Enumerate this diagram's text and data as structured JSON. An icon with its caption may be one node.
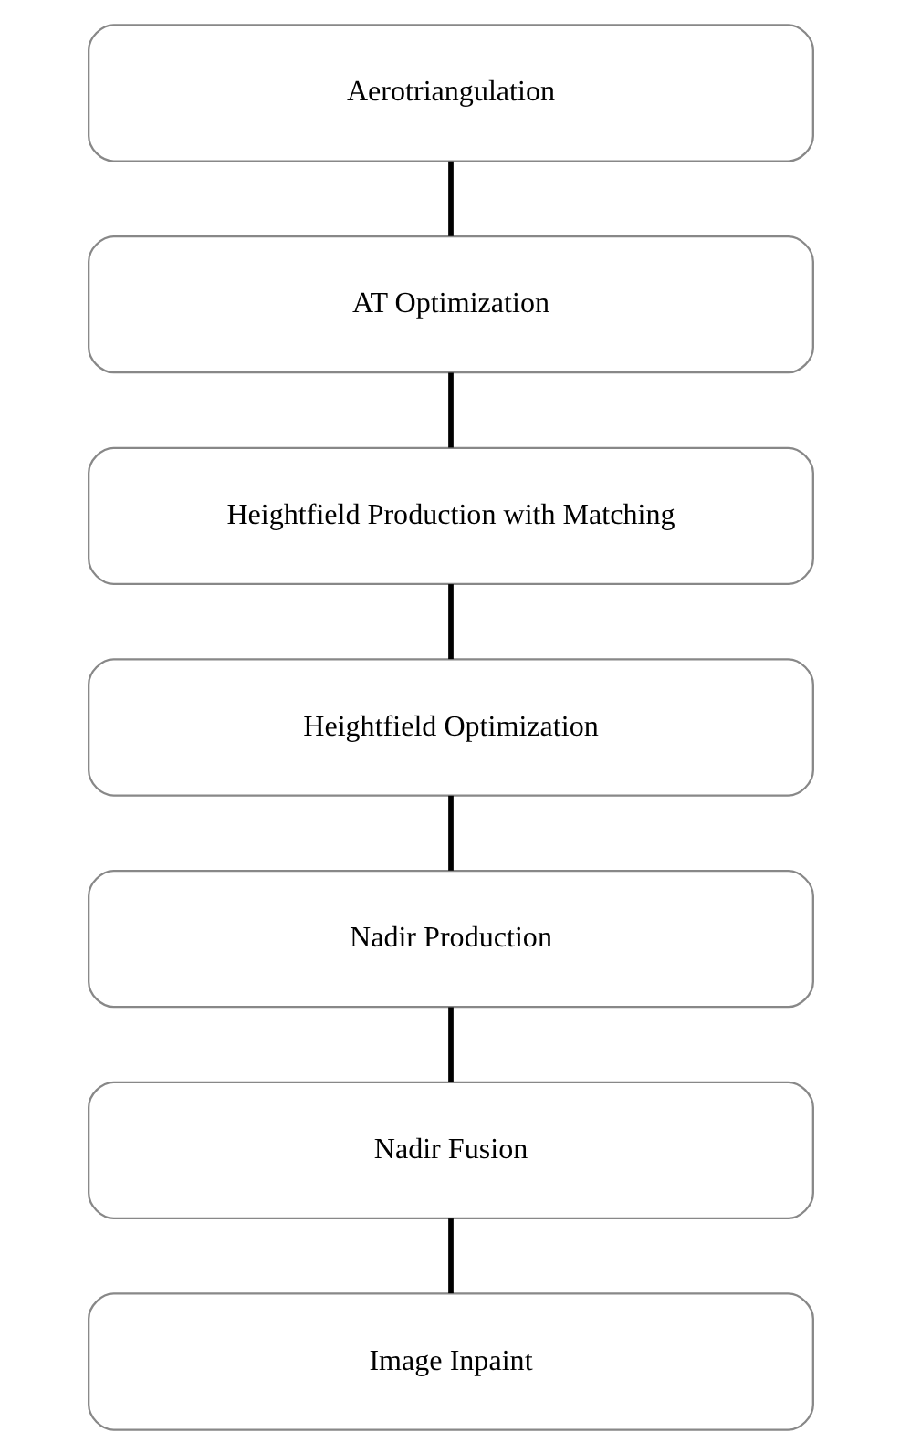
{
  "diagram": {
    "nodes": [
      {
        "text": [
          "Aerotriangulation"
        ]
      },
      {
        "text": [
          "AT Optimization"
        ]
      },
      {
        "text": [
          "Heightfield Production with Matching"
        ]
      },
      {
        "text": [
          "Heightfield Optimization"
        ]
      },
      {
        "text": [
          "Nadir Production"
        ]
      },
      {
        "text": [
          "Nadir Fusion"
        ]
      },
      {
        "text": [
          "Image Inpaint"
        ]
      }
    ],
    "edges": [
      {
        "from": 0,
        "to": 1,
        "arrow": "none"
      },
      {
        "from": 1,
        "to": 2,
        "arrow": "none"
      },
      {
        "from": 2,
        "to": 3,
        "arrow": "none"
      },
      {
        "from": 3,
        "to": 4,
        "arrow": "none"
      },
      {
        "from": 4,
        "to": 5,
        "arrow": "none"
      },
      {
        "from": 5,
        "to": 6,
        "arrow": "none"
      }
    ]
  }
}
